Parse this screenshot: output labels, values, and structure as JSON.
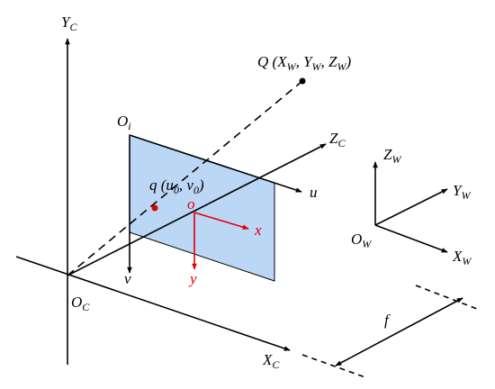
{
  "colors": {
    "axis": "#000000",
    "image_plane_fill": "#bcd7f5",
    "image_axes": "#e00000",
    "point": "#000000",
    "image_point": "#e00000"
  },
  "labels": {
    "yc": {
      "main": "Y",
      "sub": "C"
    },
    "xc": {
      "main": "X",
      "sub": "C"
    },
    "zc": {
      "main": "Z",
      "sub": "C"
    },
    "oc": {
      "main": "O",
      "sub": "C"
    },
    "oi": {
      "main": "O",
      "sub": "i"
    },
    "u": "u",
    "v": "v",
    "o": "o",
    "x": "x",
    "y": "y",
    "q": {
      "open": "q (u",
      "sub0": "0",
      "mid": ", v",
      "sub1": "0",
      "close": ")"
    },
    "Q": {
      "open": "Q (X",
      "s1": "W",
      "m1": ", Y",
      "s2": "W",
      "m2": ", Z",
      "s3": "W",
      "close": ")"
    },
    "zw": {
      "main": "Z",
      "sub": "W"
    },
    "yw": {
      "main": "Y",
      "sub": "W"
    },
    "xw": {
      "main": "X",
      "sub": "W"
    },
    "ow": {
      "main": "O",
      "sub": "W"
    },
    "f": "f"
  }
}
